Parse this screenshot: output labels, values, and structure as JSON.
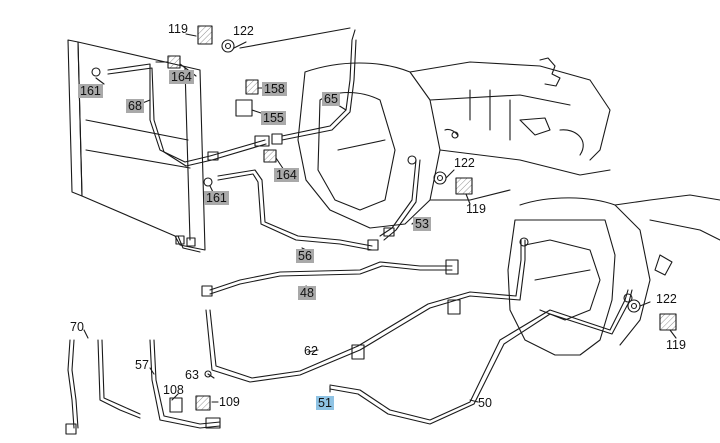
{
  "diagram": {
    "parts": [
      {
        "id": "p119a",
        "number": "119",
        "style": "plain"
      },
      {
        "id": "p122a",
        "number": "122",
        "style": "plain"
      },
      {
        "id": "p164a",
        "number": "164",
        "style": "gray"
      },
      {
        "id": "p161a",
        "number": "161",
        "style": "gray"
      },
      {
        "id": "p68",
        "number": "68",
        "style": "gray"
      },
      {
        "id": "p158",
        "number": "158",
        "style": "gray"
      },
      {
        "id": "p65",
        "number": "65",
        "style": "gray"
      },
      {
        "id": "p155",
        "number": "155",
        "style": "gray"
      },
      {
        "id": "p164b",
        "number": "164",
        "style": "gray"
      },
      {
        "id": "p161b",
        "number": "161",
        "style": "gray"
      },
      {
        "id": "p122b",
        "number": "122",
        "style": "plain"
      },
      {
        "id": "p119b",
        "number": "119",
        "style": "plain"
      },
      {
        "id": "p53",
        "number": "53",
        "style": "gray"
      },
      {
        "id": "p56",
        "number": "56",
        "style": "gray"
      },
      {
        "id": "p48",
        "number": "48",
        "style": "gray"
      },
      {
        "id": "p122c",
        "number": "122",
        "style": "plain"
      },
      {
        "id": "p119c",
        "number": "119",
        "style": "plain"
      },
      {
        "id": "p70",
        "number": "70",
        "style": "plain"
      },
      {
        "id": "p62",
        "number": "62",
        "style": "plain"
      },
      {
        "id": "p57",
        "number": "57",
        "style": "plain"
      },
      {
        "id": "p63",
        "number": "63",
        "style": "plain"
      },
      {
        "id": "p108",
        "number": "108",
        "style": "plain"
      },
      {
        "id": "p109",
        "number": "109",
        "style": "plain"
      },
      {
        "id": "p51",
        "number": "51",
        "style": "blue"
      },
      {
        "id": "p50",
        "number": "50",
        "style": "plain"
      }
    ]
  }
}
